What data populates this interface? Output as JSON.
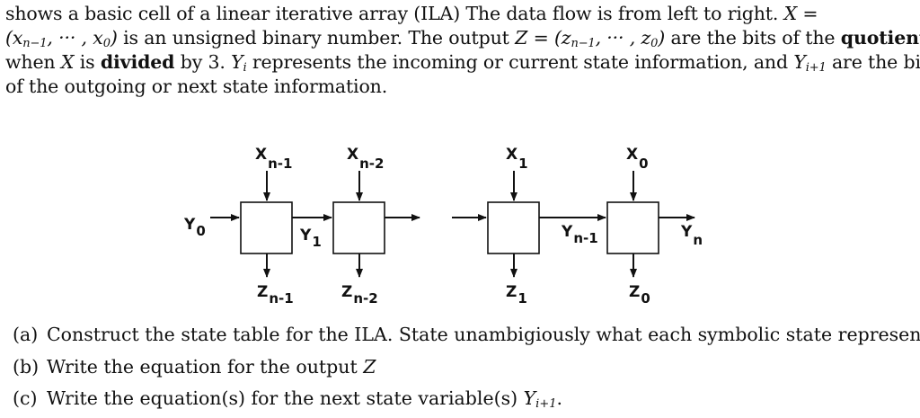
{
  "problem": {
    "line1_a": "shows a basic cell of a linear iterative array (ILA) The data flow is from left to right.",
    "line1_x": "X =",
    "line2_tuple": "(x",
    "line2_sub": "n−1",
    "line2_rest": ", ··· , x",
    "line2_sub0": "0",
    "line2_close": ")",
    "line2_text": "is an unsigned binary number. The output",
    "line2_z": "Z = (z",
    "line2_zsub": "n−1",
    "line2_zrest": ", ··· , z",
    "line2_zsub0": "0",
    "line2_zclose": ")",
    "line2_end": "are the bits of the",
    "line2_bold": "quotient",
    "line3_a": "when",
    "line3_x": "X",
    "line3_b": "is",
    "line3_bold": "divided",
    "line3_c": "by 3.",
    "line3_y": "Y",
    "line3_ysub": "i",
    "line3_d": "represents the incoming or current state information, and",
    "line3_y2": "Y",
    "line3_y2sub": "i+1",
    "line3_e": "are the bit(s)",
    "line4": "of the outgoing or next state information."
  },
  "diagram": {
    "inputs": [
      "X",
      "X",
      "X",
      "X"
    ],
    "input_subs": [
      "n-1",
      "n-2",
      "1",
      "0"
    ],
    "outputs": [
      "Z",
      "Z",
      "Z",
      "Z"
    ],
    "output_subs": [
      "n-1",
      "n-2",
      "1",
      "0"
    ],
    "states": [
      "Y",
      "Y",
      "Y",
      "Y"
    ],
    "state_subs": [
      "0",
      "1",
      "n-1",
      "n"
    ]
  },
  "questions": {
    "a_tag": "(a)",
    "a_text": "Construct the state table for the ILA. State unambigiously what each symbolic state represents.",
    "b_tag": "(b)",
    "b_text": "Write the equation for the output",
    "b_math": "Z",
    "c_tag": "(c)",
    "c_text": "Write the equation(s) for the next state variable(s)",
    "c_math": "Y",
    "c_sub": "i+1",
    "c_end": "."
  }
}
